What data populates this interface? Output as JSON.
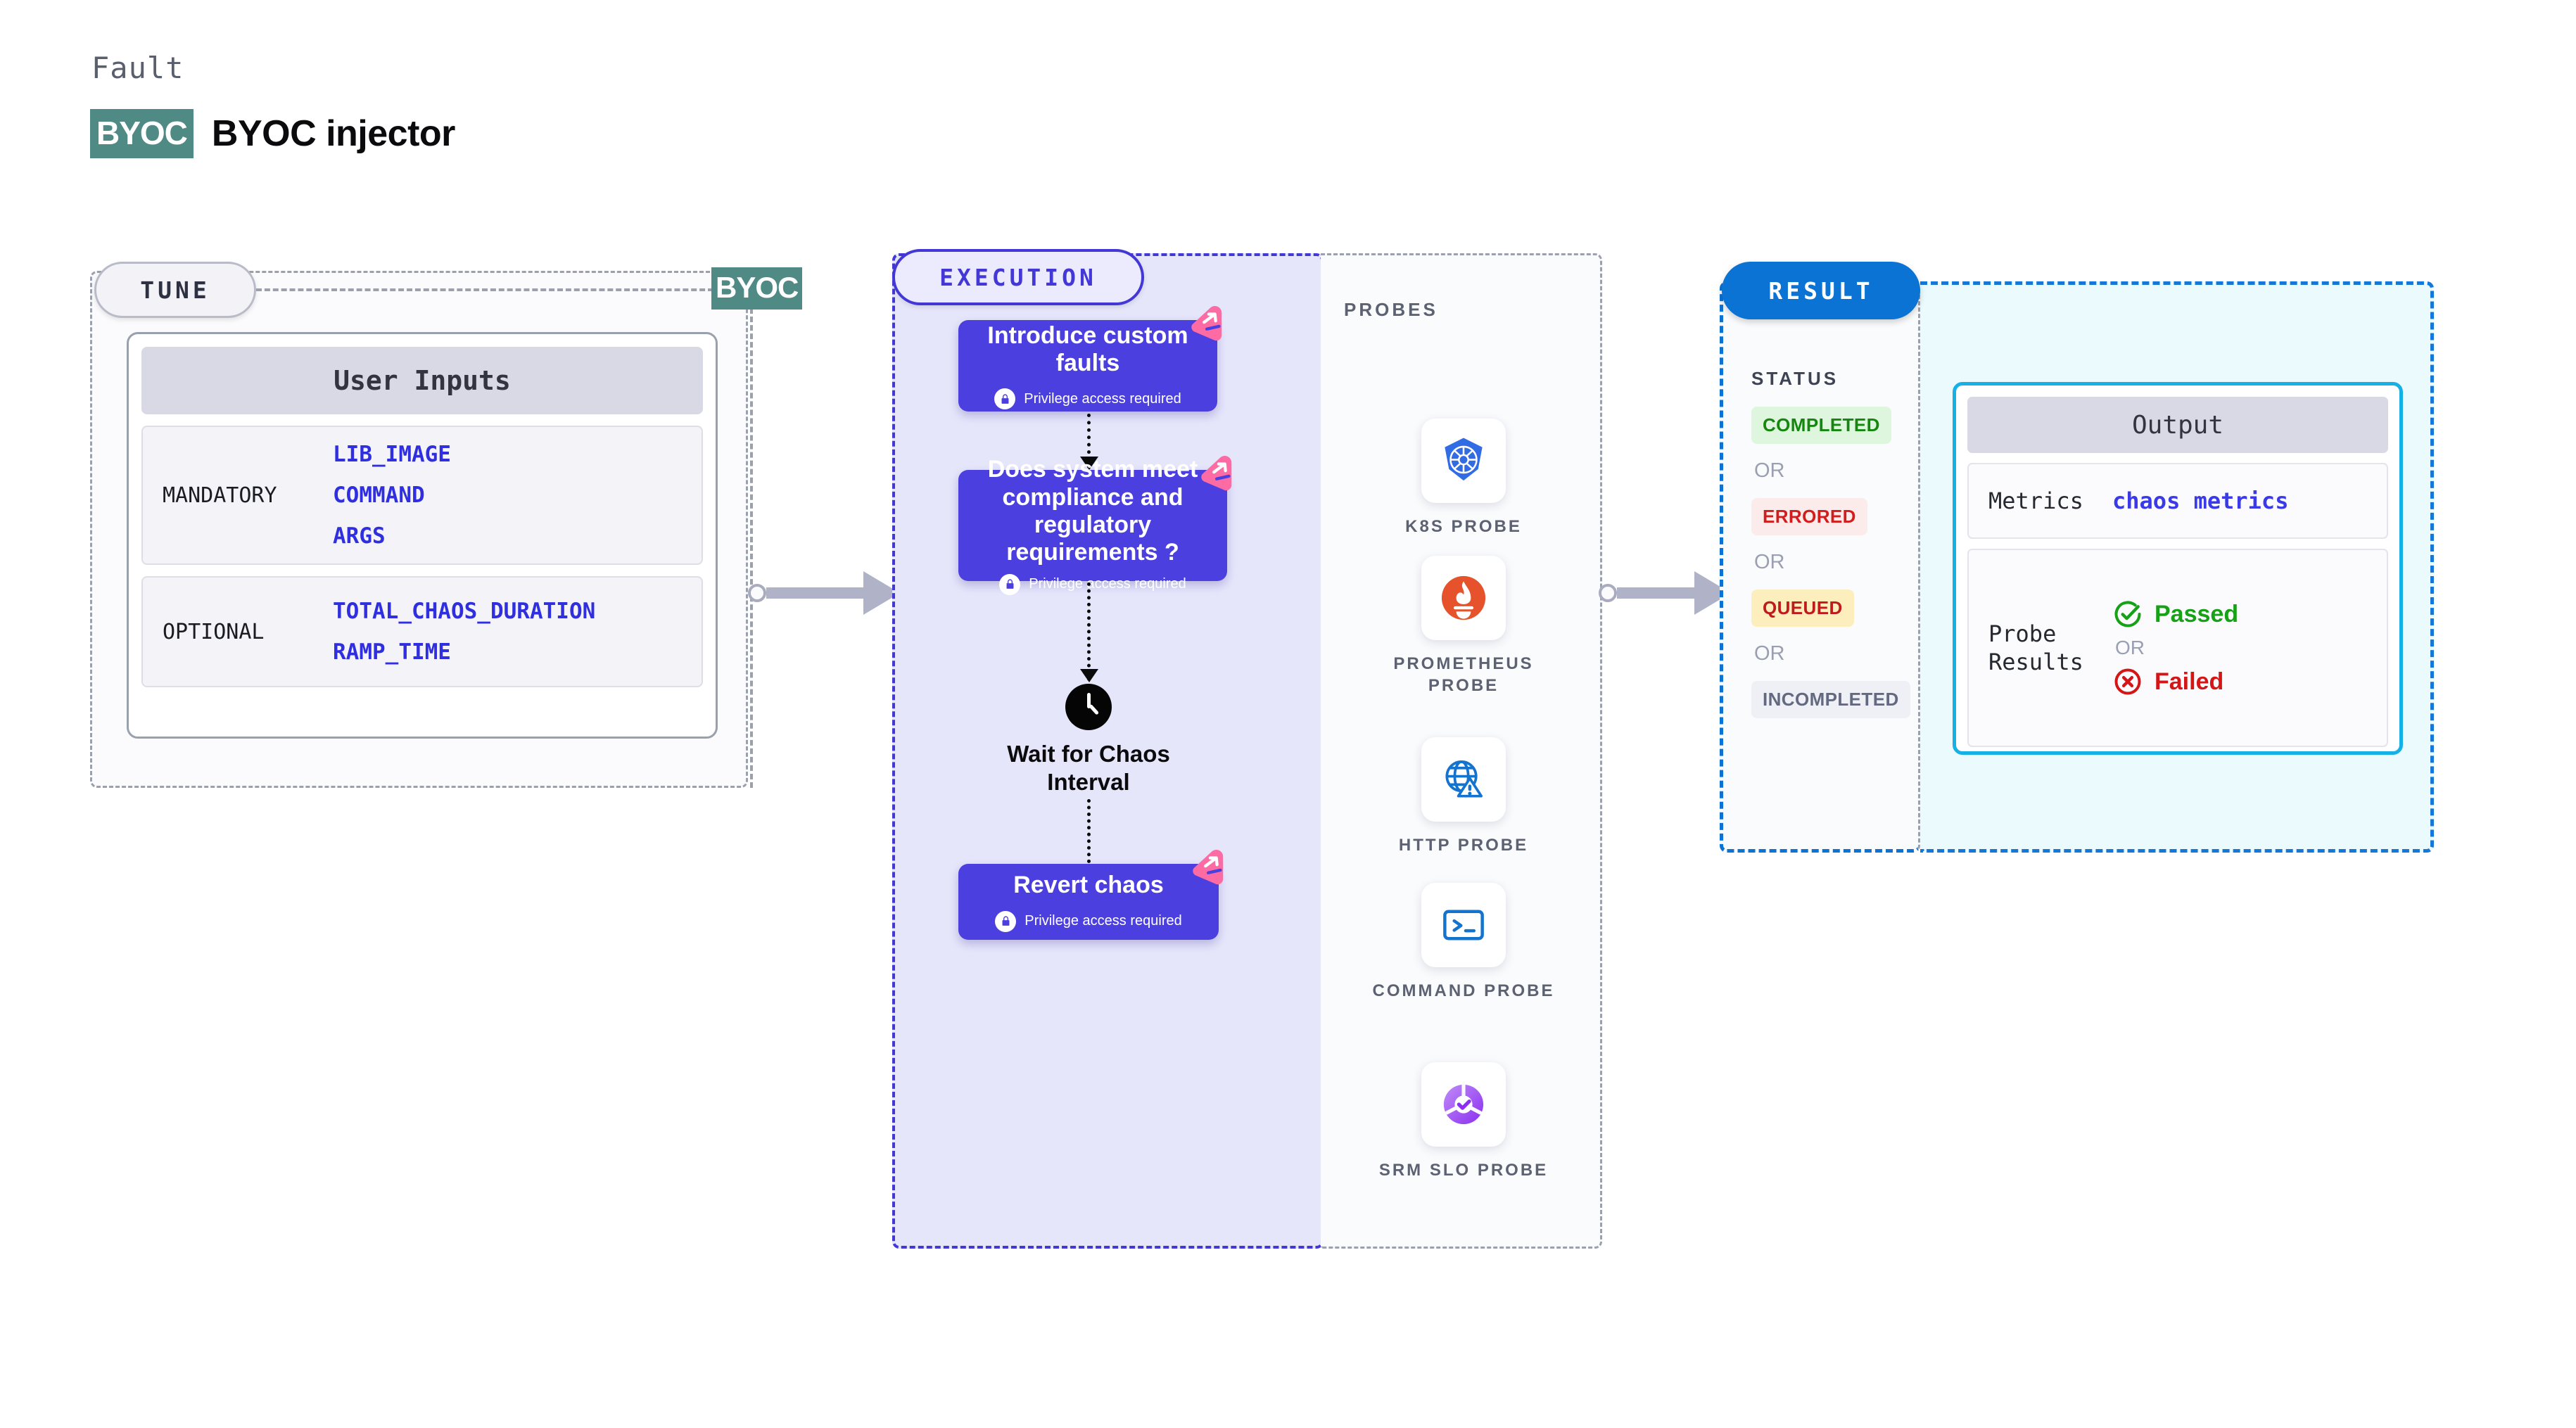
{
  "header": {
    "eyebrow": "Fault",
    "chip": "BYOC",
    "title": "BYOC injector"
  },
  "colors": {
    "byoc_green": "#4f8a84",
    "execution_blue": "#4338d6",
    "fault_card": "#4c3fe0",
    "result_blue": "#0a73d4",
    "output_border": "#15b0e6",
    "badge_pink": "#fd6ba5"
  },
  "tune": {
    "tag": "TUNE",
    "rail_marker": "BYOC",
    "card": {
      "header": "User Inputs",
      "groups": [
        {
          "label": "MANDATORY",
          "values": [
            "LIB_IMAGE",
            "COMMAND",
            "ARGS"
          ]
        },
        {
          "label": "OPTIONAL",
          "values": [
            "TOTAL_CHAOS_DURATION",
            "RAMP_TIME"
          ]
        }
      ]
    }
  },
  "execution": {
    "tag": "EXECUTION",
    "steps": [
      {
        "type": "fault",
        "title": "Introduce custom faults",
        "subtitle": "Privilege access required",
        "badge": "harness-corner-badge"
      },
      {
        "type": "fault",
        "title": "Does system meet compliance and regulatory requirements ?",
        "subtitle": "Privilege access required",
        "badge": "harness-corner-badge"
      },
      {
        "type": "wait",
        "title": "Wait for Chaos Interval",
        "icon": "clock-icon"
      },
      {
        "type": "fault",
        "title": "Revert chaos",
        "subtitle": "Privilege access required",
        "badge": "harness-corner-badge"
      }
    ]
  },
  "probes": {
    "title": "PROBES",
    "items": [
      {
        "icon": "kubernetes-icon",
        "label": "K8S PROBE"
      },
      {
        "icon": "prometheus-icon",
        "label": "PROMETHEUS PROBE"
      },
      {
        "icon": "http-globe-icon",
        "label": "HTTP PROBE"
      },
      {
        "icon": "terminal-icon",
        "label": "COMMAND PROBE"
      },
      {
        "icon": "srm-slo-icon",
        "label": "SRM SLO PROBE"
      }
    ]
  },
  "result": {
    "tag": "RESULT",
    "status_title": "STATUS",
    "or_label": "OR",
    "statuses": [
      {
        "label": "COMPLETED",
        "style": "completed"
      },
      {
        "label": "ERRORED",
        "style": "errored"
      },
      {
        "label": "QUEUED",
        "style": "queued"
      },
      {
        "label": "INCOMPLETED",
        "style": "incompleted"
      }
    ]
  },
  "output": {
    "header": "Output",
    "metrics_key": "Metrics",
    "metrics_value": "chaos metrics",
    "probe_key": "Probe Results",
    "probe_pass": "Passed",
    "probe_or": "OR",
    "probe_fail": "Failed"
  }
}
